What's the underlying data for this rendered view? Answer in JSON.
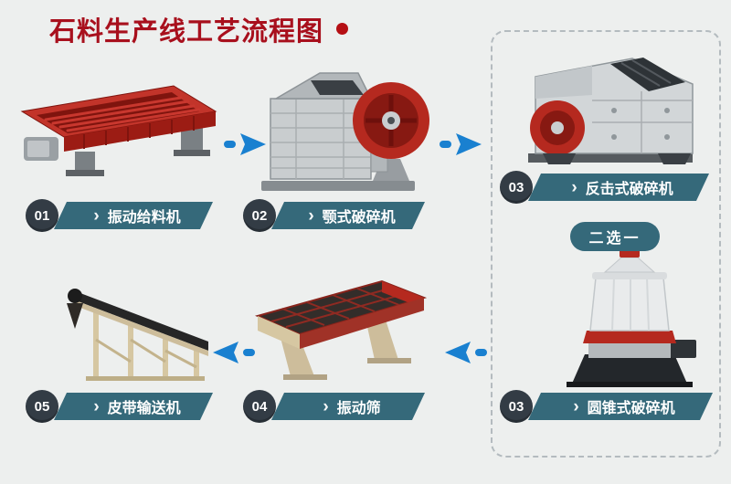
{
  "title": "石料生产线工艺流程图",
  "icons": {
    "banner_chevron": "›"
  },
  "choice": {
    "label": "二选一"
  },
  "steps": [
    {
      "num": "01",
      "label": "振动给料机"
    },
    {
      "num": "02",
      "label": "颚式破碎机"
    },
    {
      "num": "03",
      "label": "反击式破碎机"
    },
    {
      "num": "03",
      "label": "圆锥式破碎机"
    },
    {
      "num": "04",
      "label": "振动筛"
    },
    {
      "num": "05",
      "label": "皮带输送机"
    }
  ],
  "colors": {
    "background": "#edefee",
    "title_red": "#a8101d",
    "banner_teal": "#35697a",
    "badge_dark": "#333c45",
    "arrow_blue": "#1980d0",
    "machine_red": "#b5291f"
  }
}
